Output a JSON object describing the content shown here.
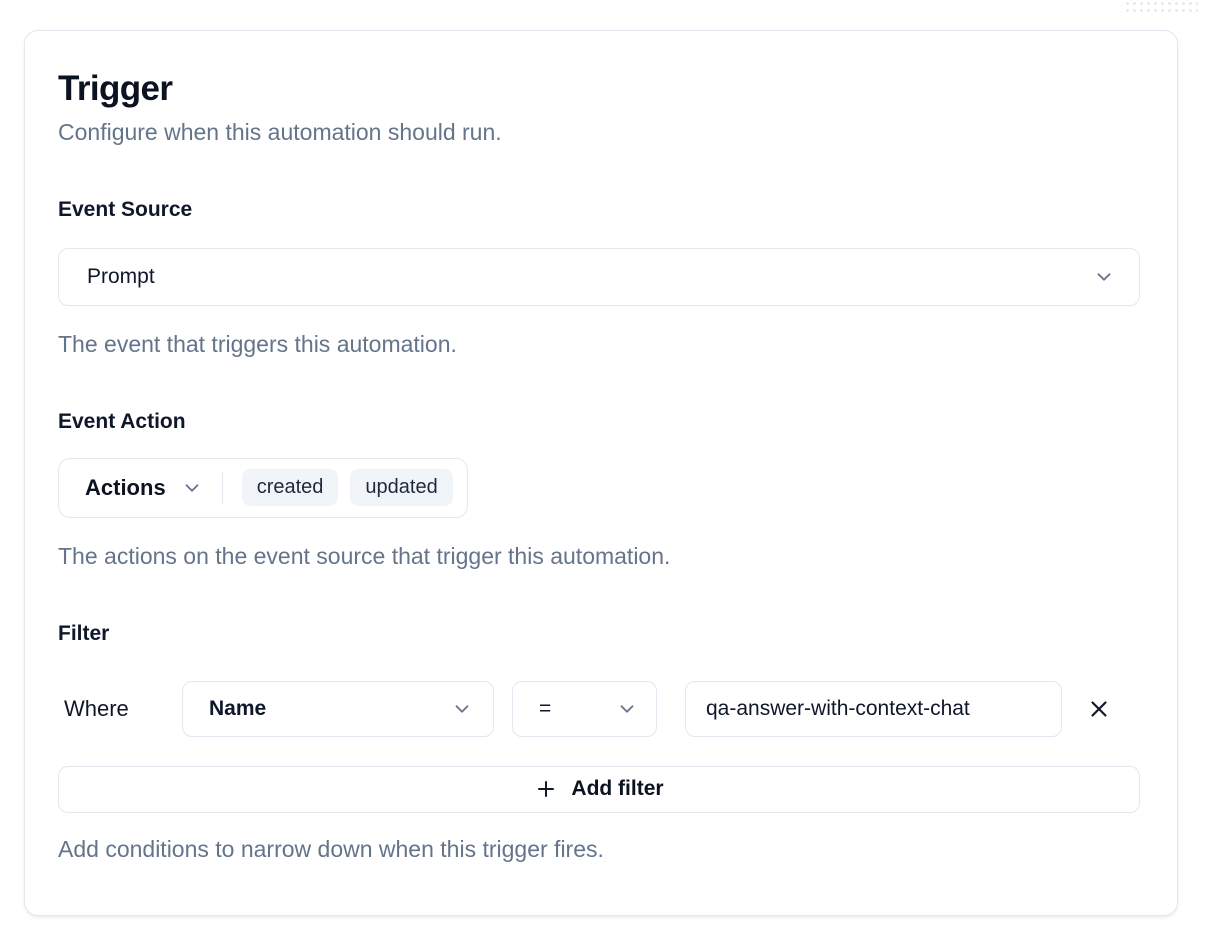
{
  "card": {
    "title": "Trigger",
    "subtitle": "Configure when this automation should run.",
    "event_source": {
      "label": "Event Source",
      "selected": "Prompt",
      "help": "The event that triggers this automation."
    },
    "event_action": {
      "label": "Event Action",
      "dropdown_label": "Actions",
      "selected_actions": [
        "created",
        "updated"
      ],
      "help": "The actions on the event source that trigger this automation."
    },
    "filter": {
      "label": "Filter",
      "where_label": "Where",
      "conditions": [
        {
          "field": "Name",
          "operator": "=",
          "value": "qa-answer-with-context-chat"
        }
      ],
      "add_filter_label": "Add filter",
      "help": "Add conditions to narrow down when this trigger fires."
    }
  },
  "icons": {
    "chevron_down": "chevron-down",
    "plus": "plus",
    "close": "x"
  },
  "colors": {
    "text_dark": "#0f172a",
    "text_muted": "#64748b",
    "border": "#e2e8f0",
    "badge_bg": "#f1f5f9",
    "card_bg": "#ffffff",
    "icon_gray": "#64748b"
  }
}
